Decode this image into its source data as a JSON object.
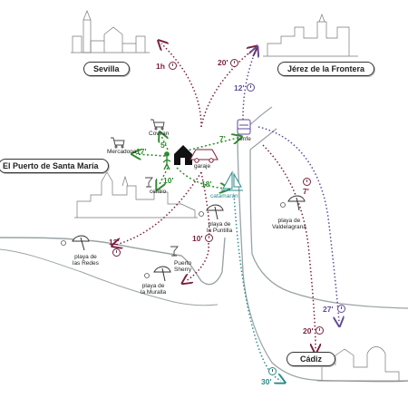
{
  "cities": {
    "sevilla": "Sevilla",
    "jerez": "Jérez de la Frontera",
    "puerto": "El Puerto de Santa María",
    "cadiz": "Cádiz"
  },
  "places": {
    "coviran": "Coviran",
    "mercadona": "Mercadona",
    "centro": "centro",
    "garaje": "garaje",
    "catamaran": "catamarán",
    "renfe": "renfe",
    "playa_puntilla": "playa de\nla Puntilla",
    "playa_valdelagrana": "playa de\nValdelagrana",
    "playa_redes": "playa de\nlas Redes",
    "puerto_sherry": "Puerto\nSherry",
    "playa_muralla": "playa de\nla Muralla"
  },
  "times": {
    "sevilla": "1h",
    "jerez_car": "20'",
    "jerez_train": "12'",
    "coviran": "5'",
    "mercadona": "17'",
    "renfe": "7'",
    "centro": "10'",
    "catamaran": "18'",
    "valdelagrana": "7'",
    "redes": "12'",
    "puntilla": "10'",
    "cadiz_train": "27'",
    "cadiz_car": "20'",
    "cadiz_boat": "30'"
  },
  "colors": {
    "car_route": "#7a1f3d",
    "train_route": "#5e4a9a",
    "walk_route": "#2e8b2e",
    "boat_route": "#2a8a8a",
    "coast": "#9aa3a6"
  }
}
